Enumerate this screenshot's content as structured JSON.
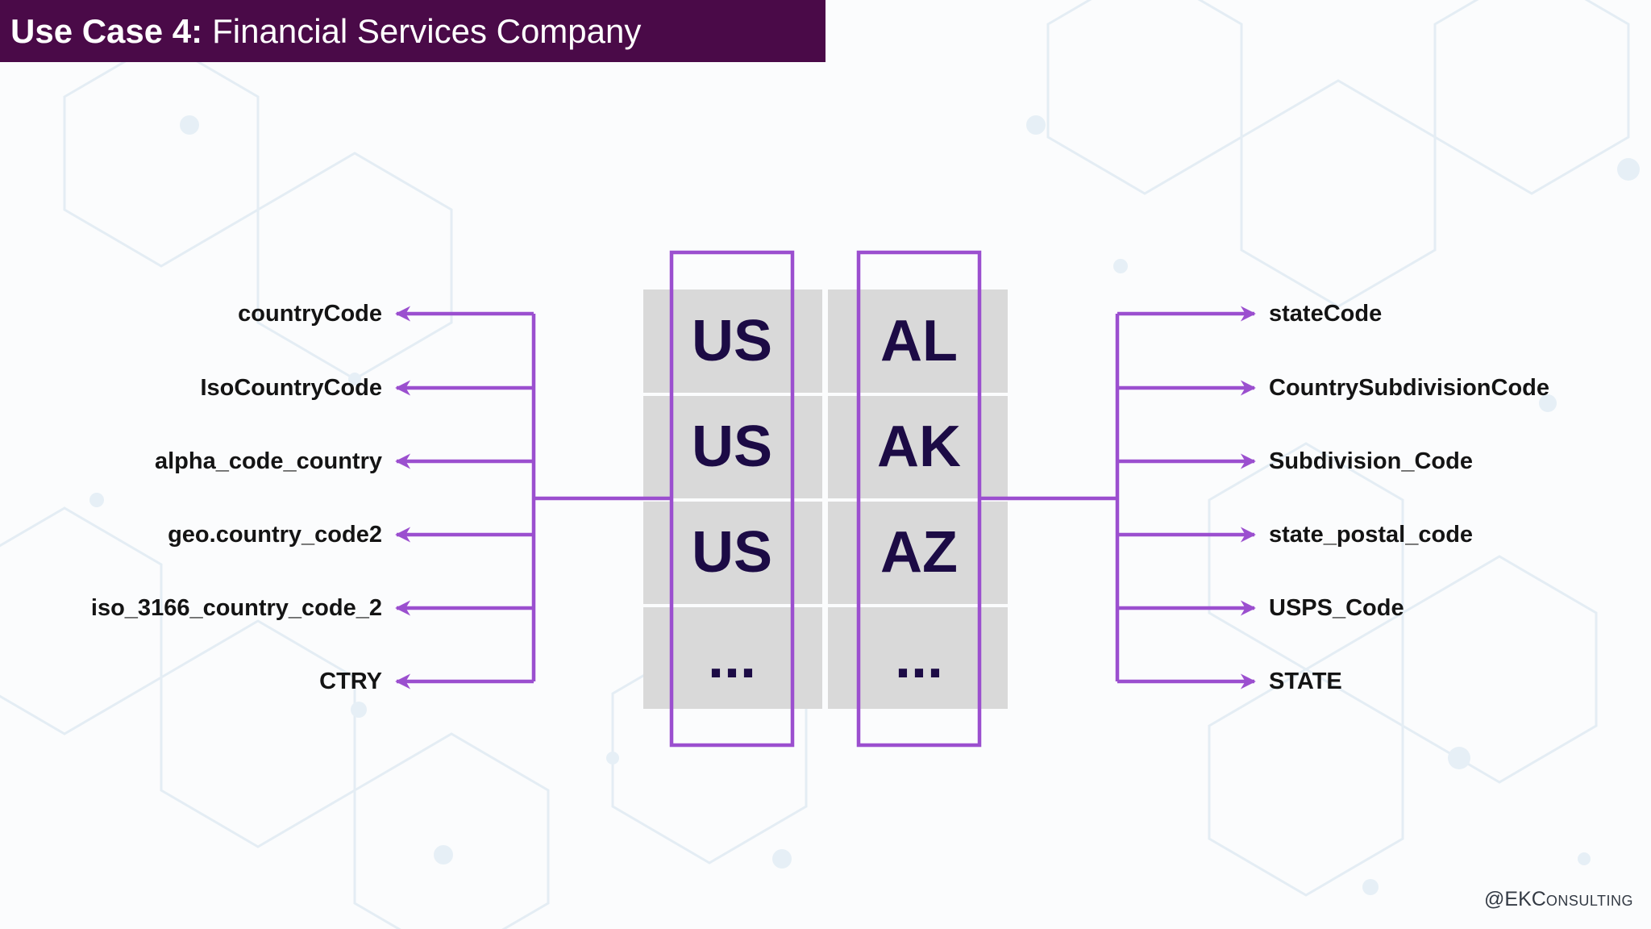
{
  "title": {
    "bold": "Use Case 4:",
    "rest": "Financial Services Company"
  },
  "left_labels": [
    "countryCode",
    "IsoCountryCode",
    "alpha_code_country",
    "geo.country_code2",
    "iso_3166_country_code_2",
    "CTRY"
  ],
  "right_labels": [
    "stateCode",
    "CountrySubdivisionCode",
    "Subdivision_Code",
    "state_postal_code",
    "USPS_Code",
    "STATE"
  ],
  "table": {
    "country_column": [
      "US",
      "US",
      "US",
      "..."
    ],
    "state_column": [
      "AL",
      "AK",
      "AZ",
      "..."
    ]
  },
  "watermark": {
    "prefix": "@EK",
    "upper": "C",
    "lower": "ONSULTING"
  },
  "colors": {
    "title_bg": "#4a0a48",
    "connector": "#9b4fcf",
    "cell_bg": "#d9d9d9",
    "cell_text": "#1c0b45"
  }
}
